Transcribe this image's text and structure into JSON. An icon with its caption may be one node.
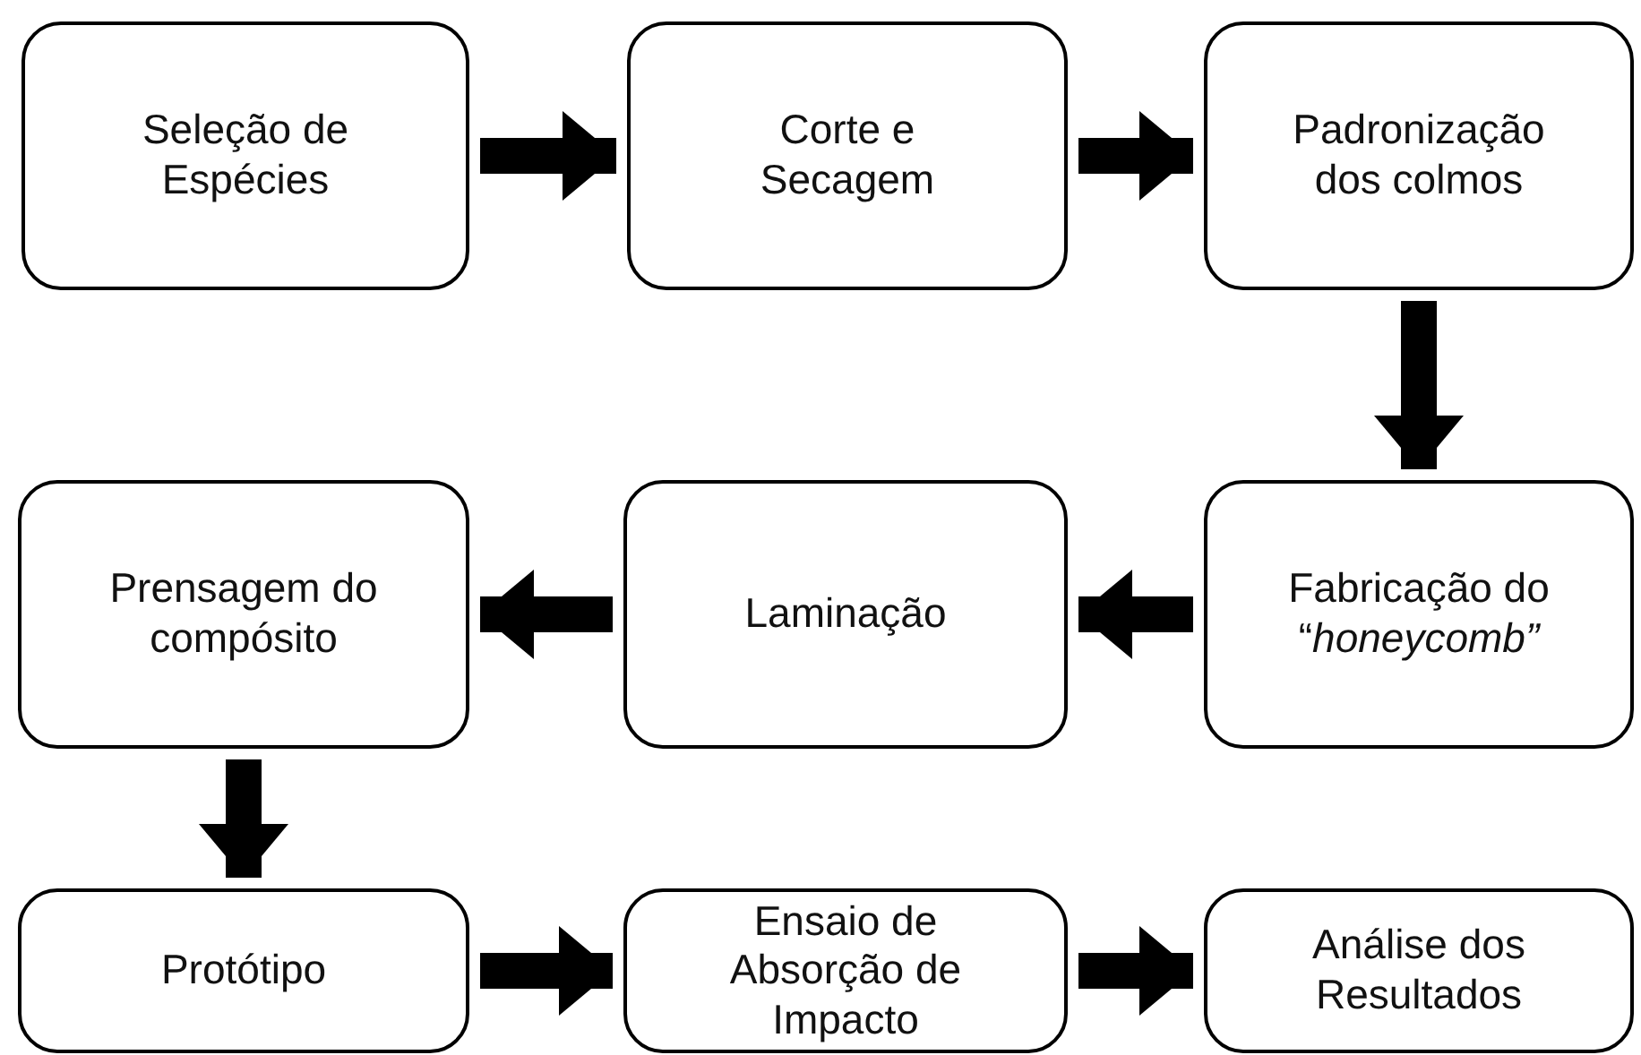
{
  "diagram": {
    "nodes": [
      {
        "text": [
          "Seleção de Espécies"
        ]
      },
      {
        "text": [
          "Corte e Secagem"
        ]
      },
      {
        "text": [
          "Padronização dos colmos"
        ]
      },
      {
        "text": [
          "Prensagem do compósito"
        ]
      },
      {
        "text": [
          "Laminação"
        ]
      },
      {
        "text": [
          "Fabricação do “*honeycomb”*"
        ]
      },
      {
        "text": [
          "Protótipo"
        ]
      },
      {
        "text": [
          "Ensaio de Absorção de Impacto"
        ]
      },
      {
        "text": [
          "Análise dos Resultados"
        ]
      }
    ],
    "edges": [
      {
        "from": 0,
        "to": 1,
        "arrow": "to"
      },
      {
        "from": 1,
        "to": 2,
        "arrow": "to"
      },
      {
        "from": 2,
        "to": 5,
        "arrow": "to"
      },
      {
        "from": 5,
        "to": 4,
        "arrow": "to"
      },
      {
        "from": 4,
        "to": 3,
        "arrow": "to"
      },
      {
        "from": 3,
        "to": 6,
        "arrow": "to"
      },
      {
        "from": 6,
        "to": 7,
        "arrow": "to"
      },
      {
        "from": 7,
        "to": 8,
        "arrow": "to"
      }
    ]
  }
}
